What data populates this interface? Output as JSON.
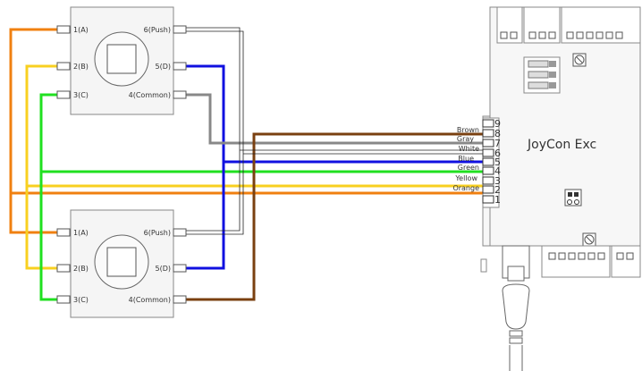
{
  "device": {
    "title": "JoyCon Exc",
    "pin_numbers": [
      "9",
      "8",
      "7",
      "6",
      "5",
      "4",
      "3",
      "2",
      "1"
    ]
  },
  "wire_labels": {
    "brown": "Brown",
    "gray": "Gray",
    "white": "White",
    "blue": "Blue",
    "green": "Green",
    "yellow": "Yellow",
    "orange": "Orange"
  },
  "joystick_top": {
    "left_pins": [
      "1(A)",
      "2(B)",
      "3(C)"
    ],
    "right_pins": [
      "6(Push)",
      "5(D)",
      "4(Common)"
    ]
  },
  "joystick_bottom": {
    "left_pins": [
      "1(A)",
      "2(B)",
      "3(C)"
    ],
    "right_pins": [
      "6(Push)",
      "5(D)",
      "4(Common)"
    ]
  },
  "colors": {
    "orange": "#f08010",
    "yellow": "#f8d020",
    "green": "#20e020",
    "blue": "#1010e0",
    "gray": "#888888",
    "brown": "#7a4010",
    "white": "#ffffff"
  }
}
